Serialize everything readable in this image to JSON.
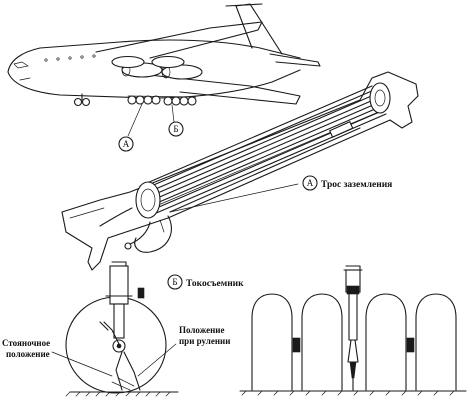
{
  "callouts": {
    "a": {
      "letter": "А",
      "label": "Трос заземления"
    },
    "b": {
      "letter": "Б",
      "label": "Токосъемник"
    }
  },
  "callout_tags": {
    "a": "А",
    "b": "Б"
  },
  "detail": {
    "parking_position": [
      "Стояночное",
      "положение"
    ],
    "taxi_position": [
      "Положение",
      "при рулении"
    ]
  }
}
